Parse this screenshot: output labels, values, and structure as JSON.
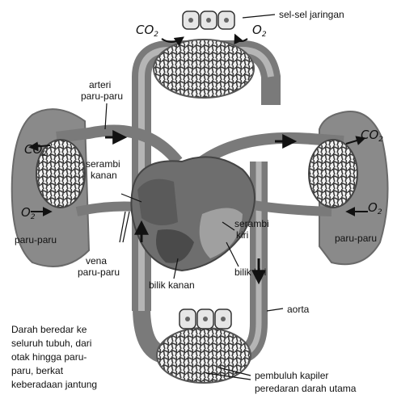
{
  "labels": {
    "tissue_cells": "sel-sel jaringan",
    "pulmonary_artery_l1": "arteri",
    "pulmonary_artery_l2": "paru-paru",
    "right_atrium_l1": "serambi",
    "right_atrium_l2": "kanan",
    "lung_left": "paru-paru",
    "lung_right": "paru-paru",
    "pulmonary_vein_l1": "vena",
    "pulmonary_vein_l2": "paru-paru",
    "left_atrium_l1": "serambi",
    "left_atrium_l2": "kiri",
    "left_ventricle": "bilik kiri",
    "right_ventricle": "bilik kanan",
    "aorta": "aorta",
    "capillaries_l1": "pembuluh kapiler",
    "capillaries_l2": "peredaran darah utama"
  },
  "gases": {
    "co2_base": "CO",
    "o2_base": "O",
    "subscript": "2"
  },
  "caption": {
    "lines": [
      "Darah beredar ke",
      "seluruh tubuh, dari",
      "otak hingga paru-",
      "paru, berkat",
      "keberadaan jantung"
    ]
  }
}
